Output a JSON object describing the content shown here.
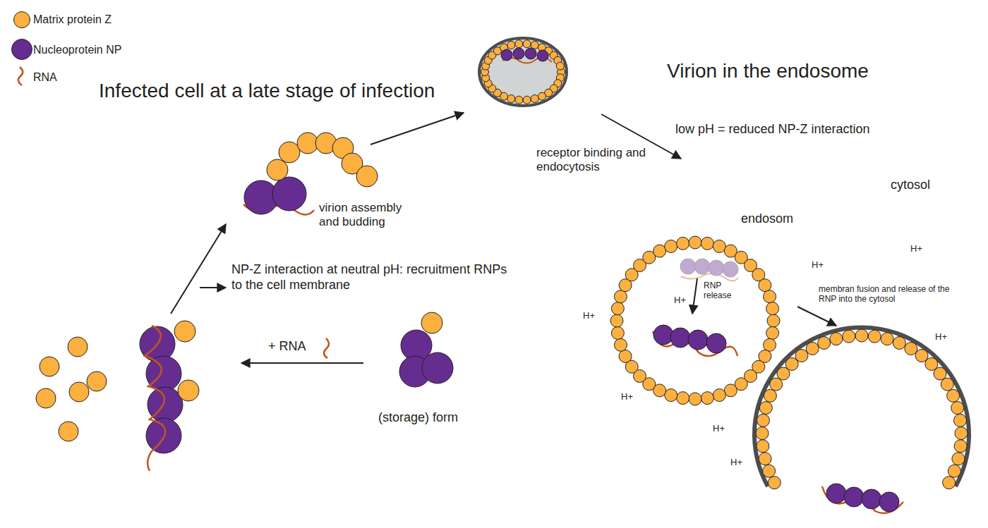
{
  "diagram": {
    "nodes": [
      {
        "text": [
          "virion assembly and budding",
          "NP-Z interaction at neutral pH: recruitment RNPs to the cell membrane",
          "+ RNA",
          "(storage) form"
        ]
      },
      {
        "text": [
          "cytosol"
        ]
      },
      {
        "text": [
          "endosom",
          "membran fusion and release of the RNP into the cytosol",
          "H+",
          "H+",
          "H+",
          "H+",
          "H+",
          "H+",
          "H+"
        ],
        "in": 1
      },
      {
        "text": [
          "H+",
          "RNP release"
        ],
        "in": 2
      }
    ],
    "labels": [
      "Infected cell at a late stage of infection",
      "Virion in the endosome",
      "low pH = reduced NP-Z interaction",
      "receptor binding and endocytosis"
    ],
    "legend": [
      {
        "text": "Matrix protein Z",
        "color": "#fbb040"
      },
      {
        "text": "Nucleoprotein NP",
        "color": "#662d91"
      },
      {
        "text": "RNA"
      }
    ]
  }
}
